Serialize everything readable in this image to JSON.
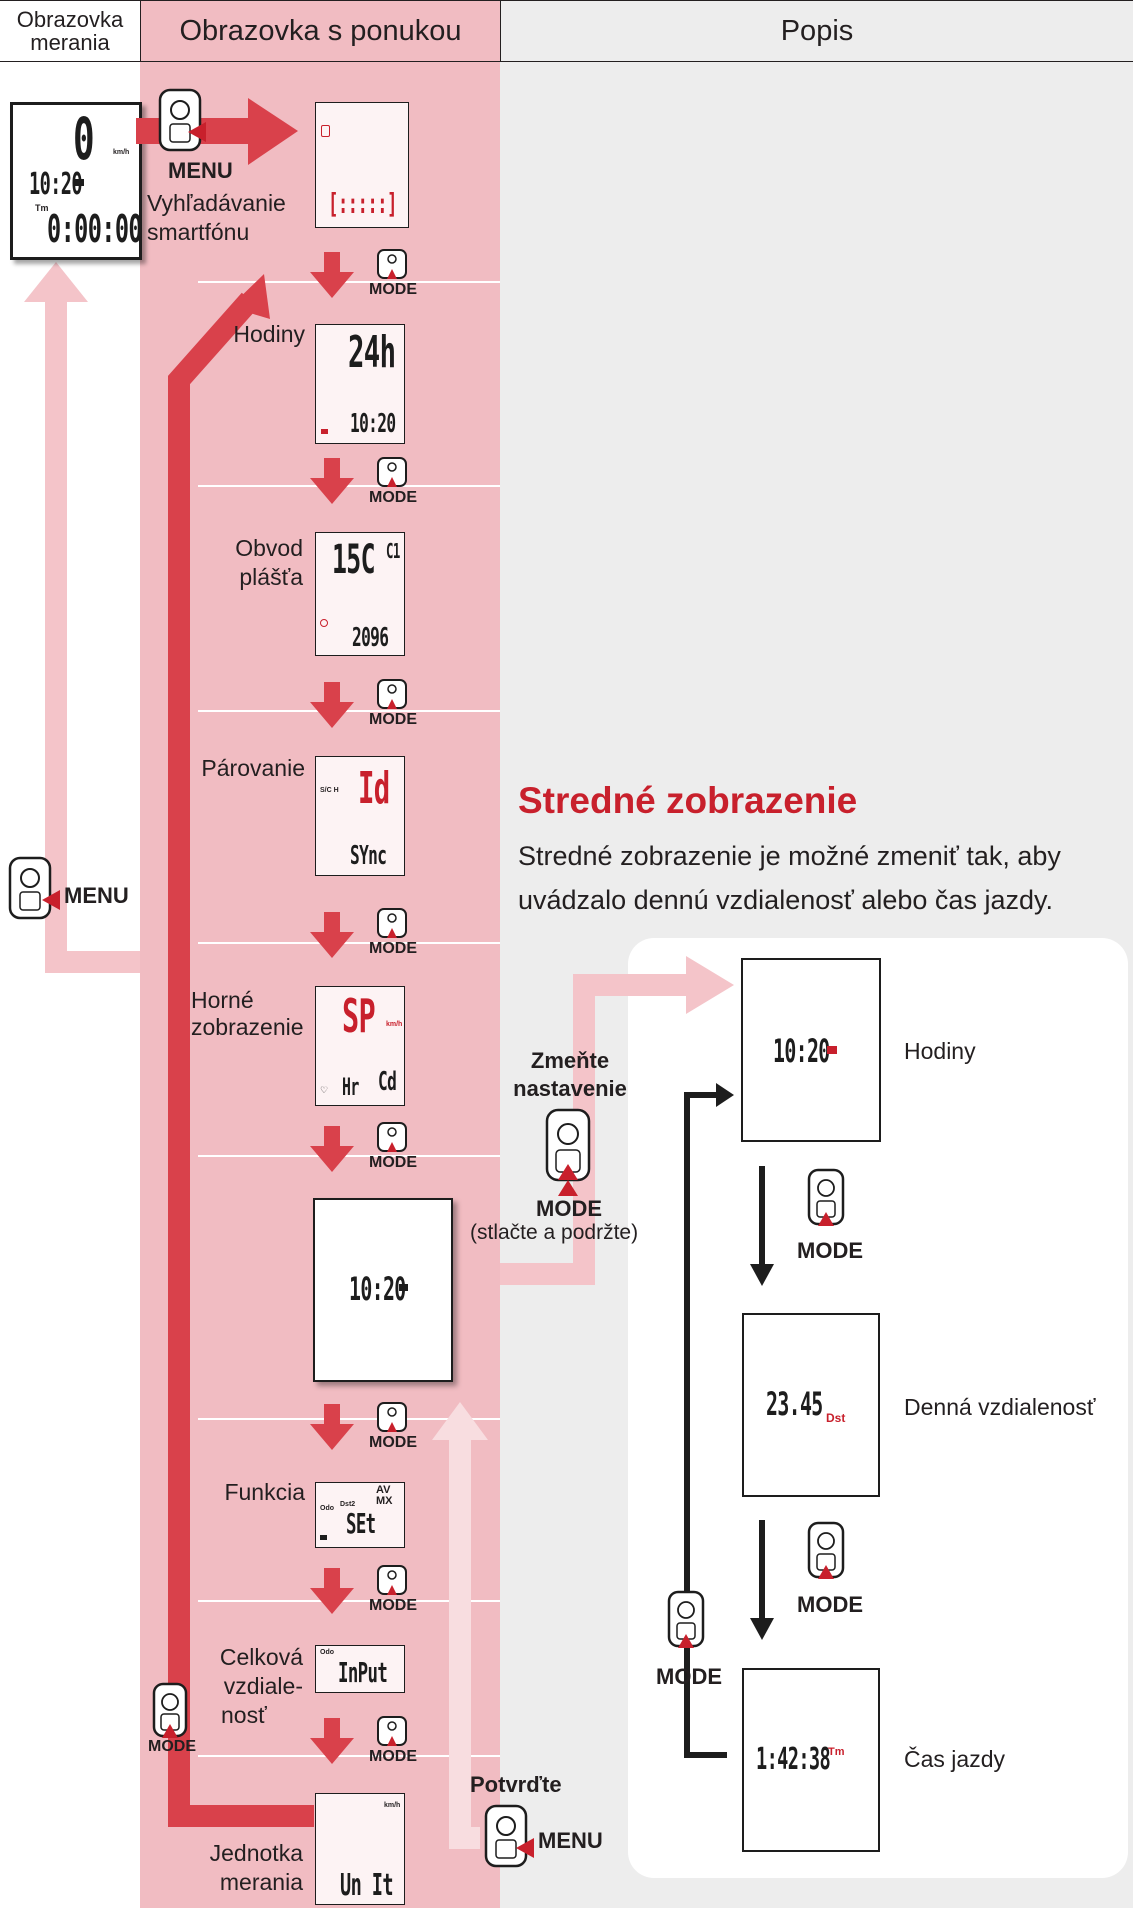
{
  "headers": {
    "measurement_screen": "Obrazovka merania",
    "measurement_screen_line1": "Obrazovka",
    "measurement_screen_line2": "merania",
    "menu_screen": "Obrazovka s ponukou",
    "description": "Popis"
  },
  "buttons": {
    "menu": "MENU",
    "mode": "MODE"
  },
  "measurement_display": {
    "speed": "0",
    "speed_unit": "km/h",
    "clock": "10:20",
    "tm_label": "Tm",
    "timer": "0:00:00"
  },
  "menu_items": [
    {
      "label_lines": [
        "Vyhľadávanie",
        "smartfónu"
      ],
      "display_top": "",
      "display_bottom": "[:::::]"
    },
    {
      "label_lines": [
        "Hodiny"
      ],
      "display_top": "24h",
      "display_bottom": "10:20"
    },
    {
      "label_lines": [
        "Obvod",
        "plášťa"
      ],
      "display_top": "15C",
      "display_side": "C1",
      "display_bottom": "2096"
    },
    {
      "label_lines": [
        "Párovanie"
      ],
      "display_top": "Id",
      "display_bottom": "SYnc"
    },
    {
      "label_lines": [
        "Horné",
        "zobrazenie"
      ],
      "display_top": "SP",
      "display_unit": "km/h",
      "display_bottom": "Hr",
      "display_side": "Cd"
    },
    {
      "label_lines": [],
      "display_center": "10:20"
    },
    {
      "label_lines": [
        "Funkcia"
      ],
      "display_top": "AV MX",
      "display_small_left": "Odo",
      "display_small_mid": "Dst2",
      "display_bottom": "SEt"
    },
    {
      "label_lines": [
        "Celková",
        "vzdiale-",
        "nosť"
      ],
      "display_small_left": "Odo",
      "display_bottom": "InPut"
    },
    {
      "label_lines": [
        "Jednotka",
        "merania"
      ],
      "display_unit": "km/h",
      "display_bottom": "Un It"
    }
  ],
  "actions": {
    "change_setting_line1": "Zmeňte",
    "change_setting_line2": "nastavenie",
    "press_and_hold": "(stlačte a podržte)",
    "confirm": "Potvrďte"
  },
  "section": {
    "title": "Stredné zobrazenie",
    "body": "Stredné zobrazenie je možné zmeniť tak, aby uvádzalo dennú vzdialenosť alebo čas jazdy."
  },
  "middle_display_options": [
    {
      "value": "10:20",
      "label": "Hodiny"
    },
    {
      "value": "23.45",
      "unit": "Dst",
      "label": "Denná vzdialenosť"
    },
    {
      "value": "1:42:38",
      "unit": "Tm",
      "label": "Čas jazdy"
    }
  ],
  "colors": {
    "menu_column_pink": "#f1bcc2",
    "description_gray": "#ededed",
    "arrow_red": "#d9414b",
    "arrow_light_pink": "#f4c4c9",
    "title_red": "#c8202c",
    "black": "#231f20"
  }
}
